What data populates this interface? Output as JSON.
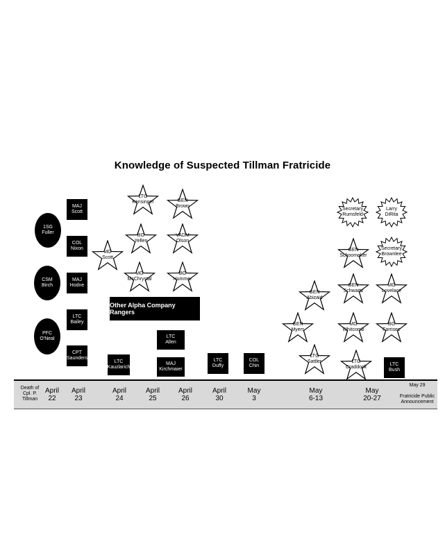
{
  "title": "Knowledge of Suspected Tillman Fratricide",
  "ellipses": [
    {
      "id": "fuller",
      "label": "1SG\nFuller"
    },
    {
      "id": "birch",
      "label": "CSM\nBirch"
    },
    {
      "id": "oneal",
      "label": "PFC\nO'Neal"
    }
  ],
  "rects": [
    {
      "id": "scott",
      "label": "MAJ\nScott"
    },
    {
      "id": "nixon",
      "label": "COL\nNixon"
    },
    {
      "id": "hodne",
      "label": "MAJ\nHodne"
    },
    {
      "id": "bailey",
      "label": "LTC\nBailey"
    },
    {
      "id": "saunders",
      "label": "CPT\nSaunders"
    },
    {
      "id": "kauzlarich",
      "label": "LTC\nKauzlarich"
    },
    {
      "id": "allen",
      "label": "LTC\nAllen"
    },
    {
      "id": "kirchmaier",
      "label": "MAJ\nKirchmaier"
    },
    {
      "id": "duffy",
      "label": "LTC\nDuffy"
    },
    {
      "id": "chin",
      "label": "COL\nChin"
    },
    {
      "id": "bush",
      "label": "LTC\nBush"
    }
  ],
  "rangers_label": "Other Alpha Company Rangers",
  "stars": [
    {
      "id": "kensinger",
      "label": "LTG\nKensinger"
    },
    {
      "id": "brown",
      "label": "GEN\nBrown"
    },
    {
      "id": "yellen",
      "label": "BG\nYellen"
    },
    {
      "id": "olson",
      "label": "VADM\nOlson"
    },
    {
      "id": "mg-scott",
      "label": "MG\nScott"
    },
    {
      "id": "mcchrystal",
      "label": "MG\nMcChrystal"
    },
    {
      "id": "hummer",
      "label": "BG\nHummer"
    },
    {
      "id": "abizaid",
      "label": "GEN\nAbizaid"
    },
    {
      "id": "myers",
      "label": "GEN\nMyers"
    },
    {
      "id": "sattler",
      "label": "LTG\nSattler"
    },
    {
      "id": "schoomaker",
      "label": "GEN\nSchoomaker"
    },
    {
      "id": "schwartz",
      "label": "GEN\nSchwartz"
    },
    {
      "id": "whitcomb",
      "label": "MG\nWhitcomb"
    },
    {
      "id": "craddock",
      "label": "LTG\nCraddock"
    },
    {
      "id": "lovelace",
      "label": "MG\nLovelace"
    },
    {
      "id": "farrisee",
      "label": "BG\nFarrisee"
    }
  ],
  "bursts": [
    {
      "id": "rumsfeld",
      "label": "Secretary\nRumsfeld"
    },
    {
      "id": "dirita",
      "label": "Larry\nDiRita"
    },
    {
      "id": "brownlee",
      "label": "Secretary\nBrownlee"
    }
  ],
  "timeline": [
    {
      "id": "death",
      "label": "Death of\nCpl. P.\nTillman",
      "small": true
    },
    {
      "id": "apr22",
      "label": "April\n22"
    },
    {
      "id": "apr23",
      "label": "April\n23"
    },
    {
      "id": "apr24",
      "label": "April\n24"
    },
    {
      "id": "apr25",
      "label": "April\n25"
    },
    {
      "id": "apr26",
      "label": "April\n26"
    },
    {
      "id": "apr30",
      "label": "April\n30"
    },
    {
      "id": "may3",
      "label": "May\n3"
    },
    {
      "id": "may6",
      "label": "May\n6-13"
    },
    {
      "id": "may20",
      "label": "May\n20-27"
    },
    {
      "id": "may29",
      "label": "May 29\n\nFratricide Public\nAnnouncement",
      "small": true
    }
  ]
}
